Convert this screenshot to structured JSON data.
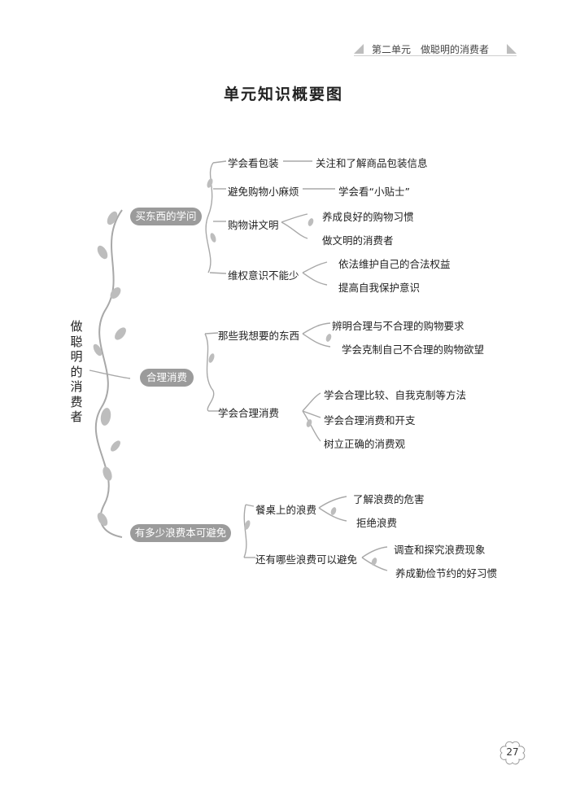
{
  "header": {
    "text": "第二单元　做聪明的消费者"
  },
  "title": "单元知识概要图",
  "root": "做聪明的消费者",
  "branches": [
    {
      "label": "买东西的学问",
      "topics": [
        {
          "label": "学会看包装",
          "details": [
            "关注和了解商品包装信息"
          ]
        },
        {
          "label": "避免购物小麻烦",
          "details": [
            "学会看“小贴士”"
          ]
        },
        {
          "label": "购物讲文明",
          "details": [
            "养成良好的购物习惯",
            "做文明的消费者"
          ]
        },
        {
          "label": "维权意识不能少",
          "details": [
            "依法维护自己的合法权益",
            "提高自我保护意识"
          ]
        }
      ]
    },
    {
      "label": "合理消费",
      "topics": [
        {
          "label": "那些我想要的东西",
          "details": [
            "辨明合理与不合理的购物要求",
            "学会克制自己不合理的购物欲望"
          ]
        },
        {
          "label": "学会合理消费",
          "details": [
            "学会合理比较、自我克制等方法",
            "学会合理消费和开支",
            "树立正确的消费观"
          ]
        }
      ]
    },
    {
      "label": "有多少浪费本可避免",
      "topics": [
        {
          "label": "餐桌上的浪费",
          "details": [
            "了解浪费的危害",
            "拒绝浪费"
          ]
        },
        {
          "label": "还有哪些浪费可以避免",
          "details": [
            "调查和探究浪费现象",
            "养成勤俭节约的好习惯"
          ]
        }
      ]
    }
  ],
  "page_number": "27"
}
